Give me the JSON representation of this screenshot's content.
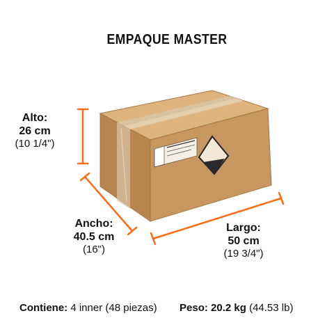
{
  "title": "EMPAQUE MASTER",
  "alto": {
    "label": "Alto:",
    "metric": "26 cm",
    "imperial": "(10 1/4\")"
  },
  "ancho": {
    "label": "Ancho:",
    "metric": "40.5 cm",
    "imperial": "(16\")"
  },
  "largo": {
    "label": "Largo:",
    "metric": "50 cm",
    "imperial": "(19 3/4\")"
  },
  "contiene": {
    "label": "Contiene:",
    "value": "4 inner (48 piezas)"
  },
  "peso": {
    "label": "Peso:",
    "value": "20.2 kg",
    "extra": "(44.53 lb)"
  },
  "colors": {
    "accent": "#ff6a13",
    "box_front": "#c89660",
    "box_top": "#ddb37e",
    "box_side": "#b88450",
    "tape": "#d8c3a2"
  },
  "icons": [
    "cardboard-box-icon",
    "dimension-arrow-icon"
  ]
}
